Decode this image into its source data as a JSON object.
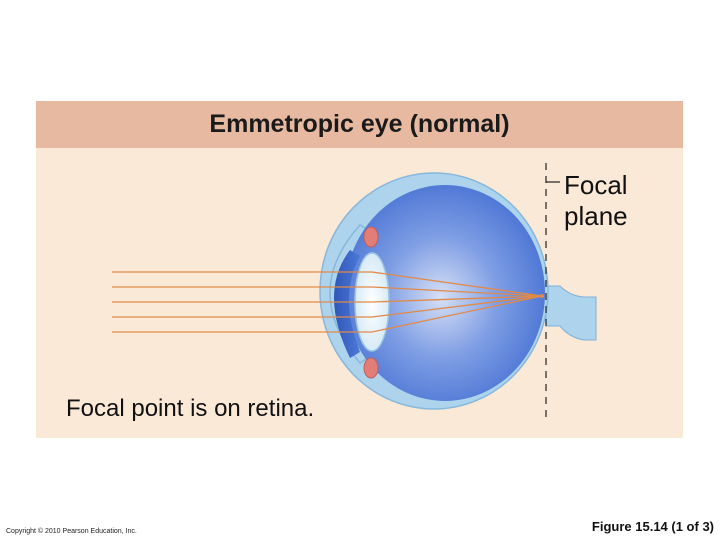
{
  "title": {
    "bold": "Emmetropic eye",
    "normal": "(normal)"
  },
  "focal_plane_label": {
    "line1": "Focal",
    "line2": "plane"
  },
  "caption": "Focal point is on retina.",
  "copyright": "Copyright © 2010 Pearson Education, Inc.",
  "figure_label": "Figure 15.14 (1 of 3)",
  "colors": {
    "header_bg": "#e7b9a1",
    "panel_bg": "#fbe9d8",
    "sclera": "#aed3ec",
    "vitreous": "#4d78d6",
    "lens": "#eaf4fb",
    "light_rays": "#e08a4a",
    "ciliary_body": "#e27d78"
  }
}
